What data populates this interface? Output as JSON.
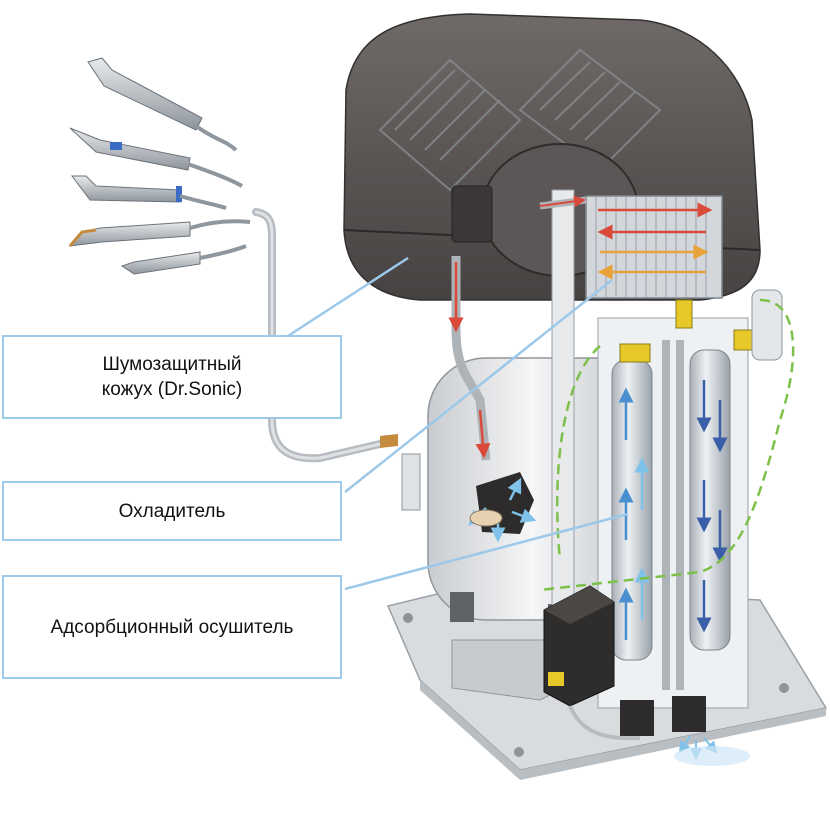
{
  "labels": {
    "shroud_line1": "Шумозащитный",
    "shroud_line2": "кожух (Dr.Sonic)",
    "cooler": "Охладитель",
    "dryer": "Адсорбционный осушитель"
  },
  "colors": {
    "callout_border": "#9cc8ea",
    "leader_line": "#9cc8ea",
    "hood": "#4a4645",
    "tank": "#e6e8ea",
    "base_plate": "#d9dcdf",
    "hot_air_arrow": "#d94a3a",
    "warm_air_arrow": "#e8a23a",
    "cool_air_arrow": "#4a8fd0",
    "dry_air_arrow": "#7cc04a"
  },
  "icons": [
    "handpiece-icon",
    "compressor-icon",
    "cooler-icon",
    "dryer-icon"
  ]
}
